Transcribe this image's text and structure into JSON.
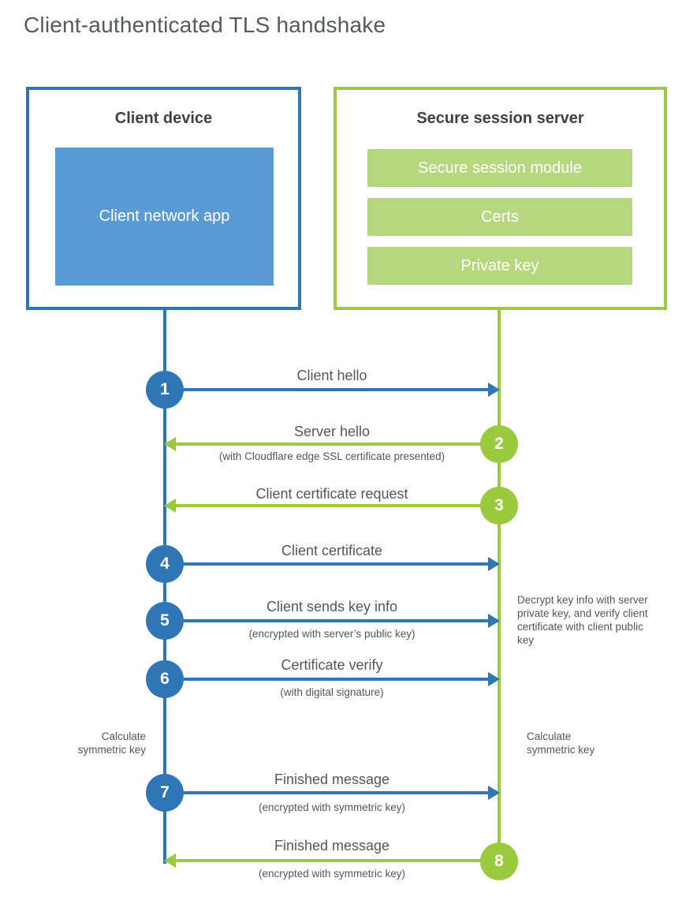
{
  "title": "Client-authenticated TLS handshake",
  "client": {
    "title": "Client device",
    "app": "Client network app"
  },
  "server": {
    "title": "Secure session server",
    "modules": [
      "Secure session module",
      "Certs",
      "Private key"
    ]
  },
  "messages": [
    {
      "num": "1",
      "direction": "client-to-server",
      "label": "Client hello",
      "sub": ""
    },
    {
      "num": "2",
      "direction": "server-to-client",
      "label": "Server hello",
      "sub": "(with Cloudflare edge SSL certificate presented)"
    },
    {
      "num": "3",
      "direction": "server-to-client",
      "label": "Client certificate request",
      "sub": ""
    },
    {
      "num": "4",
      "direction": "client-to-server",
      "label": "Client certificate",
      "sub": ""
    },
    {
      "num": "5",
      "direction": "client-to-server",
      "label": "Client sends key info",
      "sub": "(encrypted with server’s public key)"
    },
    {
      "num": "6",
      "direction": "client-to-server",
      "label": "Certificate verify",
      "sub": "(with digital signature)"
    },
    {
      "num": "7",
      "direction": "client-to-server",
      "label": "Finished message",
      "sub": "(encrypted with symmetric key)"
    },
    {
      "num": "8",
      "direction": "server-to-client",
      "label": "Finished message",
      "sub": "(encrypted with symmetric key)"
    }
  ],
  "annotations": {
    "server_note": "Decrypt key info with server private key, and verify client certificate with client public key",
    "client_calc": "Calculate symmetric key",
    "server_calc": "Calculate symmetric key"
  },
  "colors": {
    "blue": "#2F76B7",
    "light_blue": "#5B9BD5",
    "green": "#9BCA3E",
    "light_green": "#B6D77D",
    "heading_text": "#414042",
    "body_text": "#55565A"
  }
}
